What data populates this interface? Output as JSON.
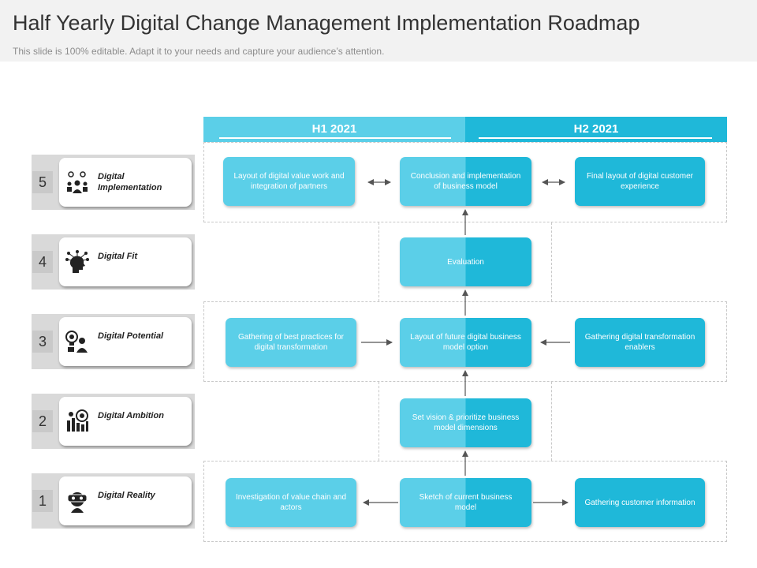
{
  "header": {
    "title": "Half Yearly Digital Change Management Implementation Roadmap",
    "subtitle": "This slide is 100% editable. Adapt it to your needs and capture your audience’s attention."
  },
  "periods": {
    "h1": "H1 2021",
    "h2": "H2 2021"
  },
  "colors": {
    "light_blue": "#5bcfe8",
    "dark_blue": "#1fb8d9",
    "level_bg": "#d9d9d9"
  },
  "levels": [
    {
      "number": "5",
      "label": "Digital Implementation",
      "icon": "team-network-icon"
    },
    {
      "number": "4",
      "label": "Digital Fit",
      "icon": "head-network-icon"
    },
    {
      "number": "3",
      "label": "Digital Potential",
      "icon": "idea-person-icon"
    },
    {
      "number": "2",
      "label": "Digital Ambition",
      "icon": "target-chart-icon"
    },
    {
      "number": "1",
      "label": "Digital Reality",
      "icon": "vr-person-icon"
    }
  ],
  "nodes": {
    "layout_value_work": "Layout of digital value work and integration of partners",
    "conclusion": "Conclusion and implementation  of business model",
    "final_layout": "Final layout of digital customer experience",
    "evaluation": "Evaluation",
    "best_practices": "Gathering of best practices for digital transformation",
    "future_model": "Layout of  future digital business model option",
    "enablers": "Gathering digital transformation enablers",
    "set_vision": "Set vision & prioritize business model dimensions",
    "investigation": "Investigation of value chain and actors",
    "sketch": "Sketch of current business model",
    "customer_info": "Gathering customer information"
  }
}
